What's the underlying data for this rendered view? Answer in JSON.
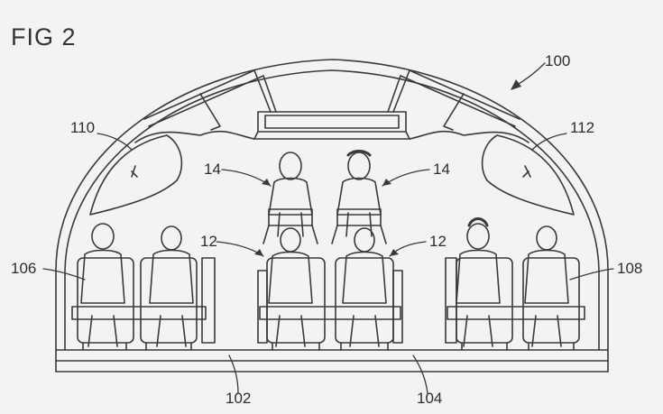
{
  "figure": {
    "title": "FIG 2"
  },
  "references": {
    "aircraft": "100",
    "aisle_left": "102",
    "aisle_right": "104",
    "seat_row_left": "106",
    "seat_row_right": "108",
    "bin_left": "110",
    "bin_right": "112",
    "upper_passenger_left": "14",
    "upper_passenger_right": "14",
    "lower_passenger_left": "12",
    "lower_passenger_right": "12"
  },
  "colors": {
    "line": "#3a3a3a",
    "background": "#f3f3f1"
  }
}
